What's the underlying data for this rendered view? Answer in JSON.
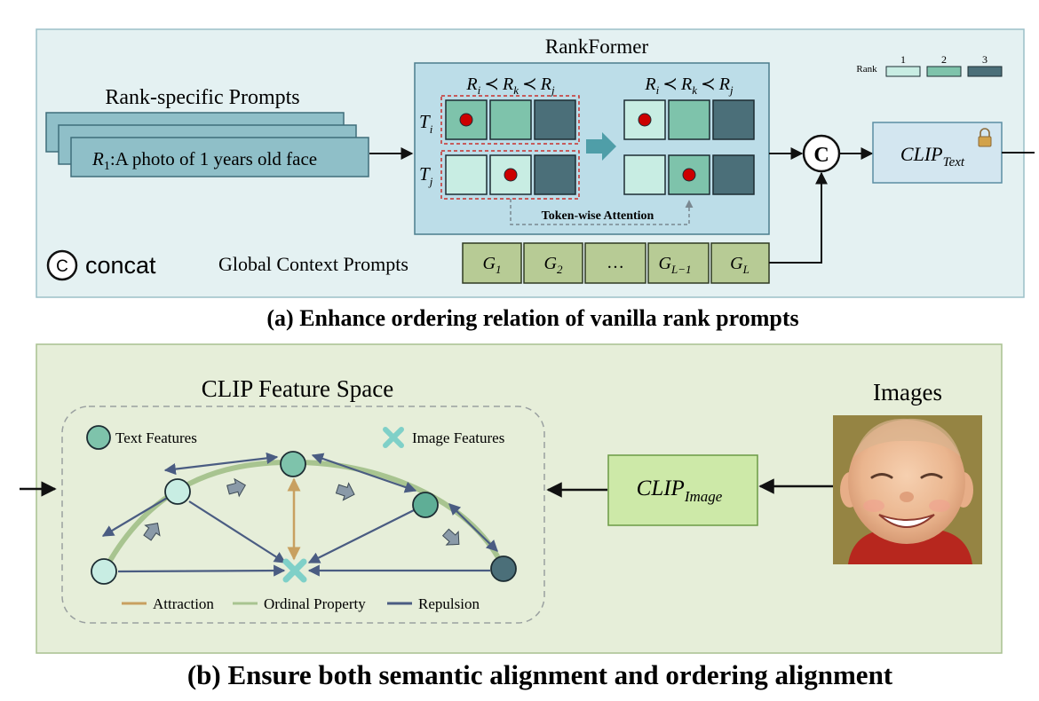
{
  "panel_a": {
    "title": "RankFormer",
    "prompts_title": "Rank-specific Prompts",
    "prompt_rank_symbol": "R",
    "prompt_rank_index": "1",
    "prompt_text": ":A photo of 1 years old face",
    "token_rows": [
      {
        "symbol": "T",
        "sub": "i"
      },
      {
        "symbol": "T",
        "sub": "j"
      }
    ],
    "order_relation": {
      "a": "R",
      "a_sub": "i",
      "b": "R",
      "b_sub": "k",
      "c": "R",
      "c_sub": "j",
      "op": "≺"
    },
    "attention_label": "Token-wise Attention",
    "legend": {
      "label": "Rank",
      "items": [
        "1",
        "2",
        "3"
      ]
    },
    "concat_symbol": "C",
    "concat_label": "concat",
    "clip_text_base": "CLIP",
    "clip_text_sub": "Text",
    "global_title": "Global Context Prompts",
    "global_prompts": [
      {
        "base": "G",
        "sub": "1"
      },
      {
        "base": "G",
        "sub": "2"
      },
      {
        "base": "…",
        "sub": ""
      },
      {
        "base": "G",
        "sub": "L−1"
      },
      {
        "base": "G",
        "sub": "L"
      }
    ],
    "caption": "(a) Enhance ordering relation of vanilla rank prompts"
  },
  "panel_b": {
    "title": "CLIP Feature Space",
    "legend_text_features": "Text Features",
    "legend_image_features": "Image Features",
    "legend_attraction": "Attraction",
    "legend_ordinal": "Ordinal Property",
    "legend_repulsion": "Repulsion",
    "clip_image_base": "CLIP",
    "clip_image_sub": "Image",
    "images_title": "Images",
    "caption": "(b) Ensure both semantic alignment and ordering alignment"
  },
  "colors": {
    "panel_a_bg": "#e4f1f2",
    "panel_b_bg": "#e6eed9",
    "rank1": "#c8ede3",
    "rank2": "#7ec3ab",
    "rank3": "#4b6f79",
    "global_prompt": "#b7cb95",
    "clip_image": "#cde9a8",
    "clip_text": "#d3e6f0",
    "attraction": "#c8a060",
    "ordinal": "#a8c490",
    "repulsion": "#4a5c82",
    "marker": "#cc0000"
  }
}
